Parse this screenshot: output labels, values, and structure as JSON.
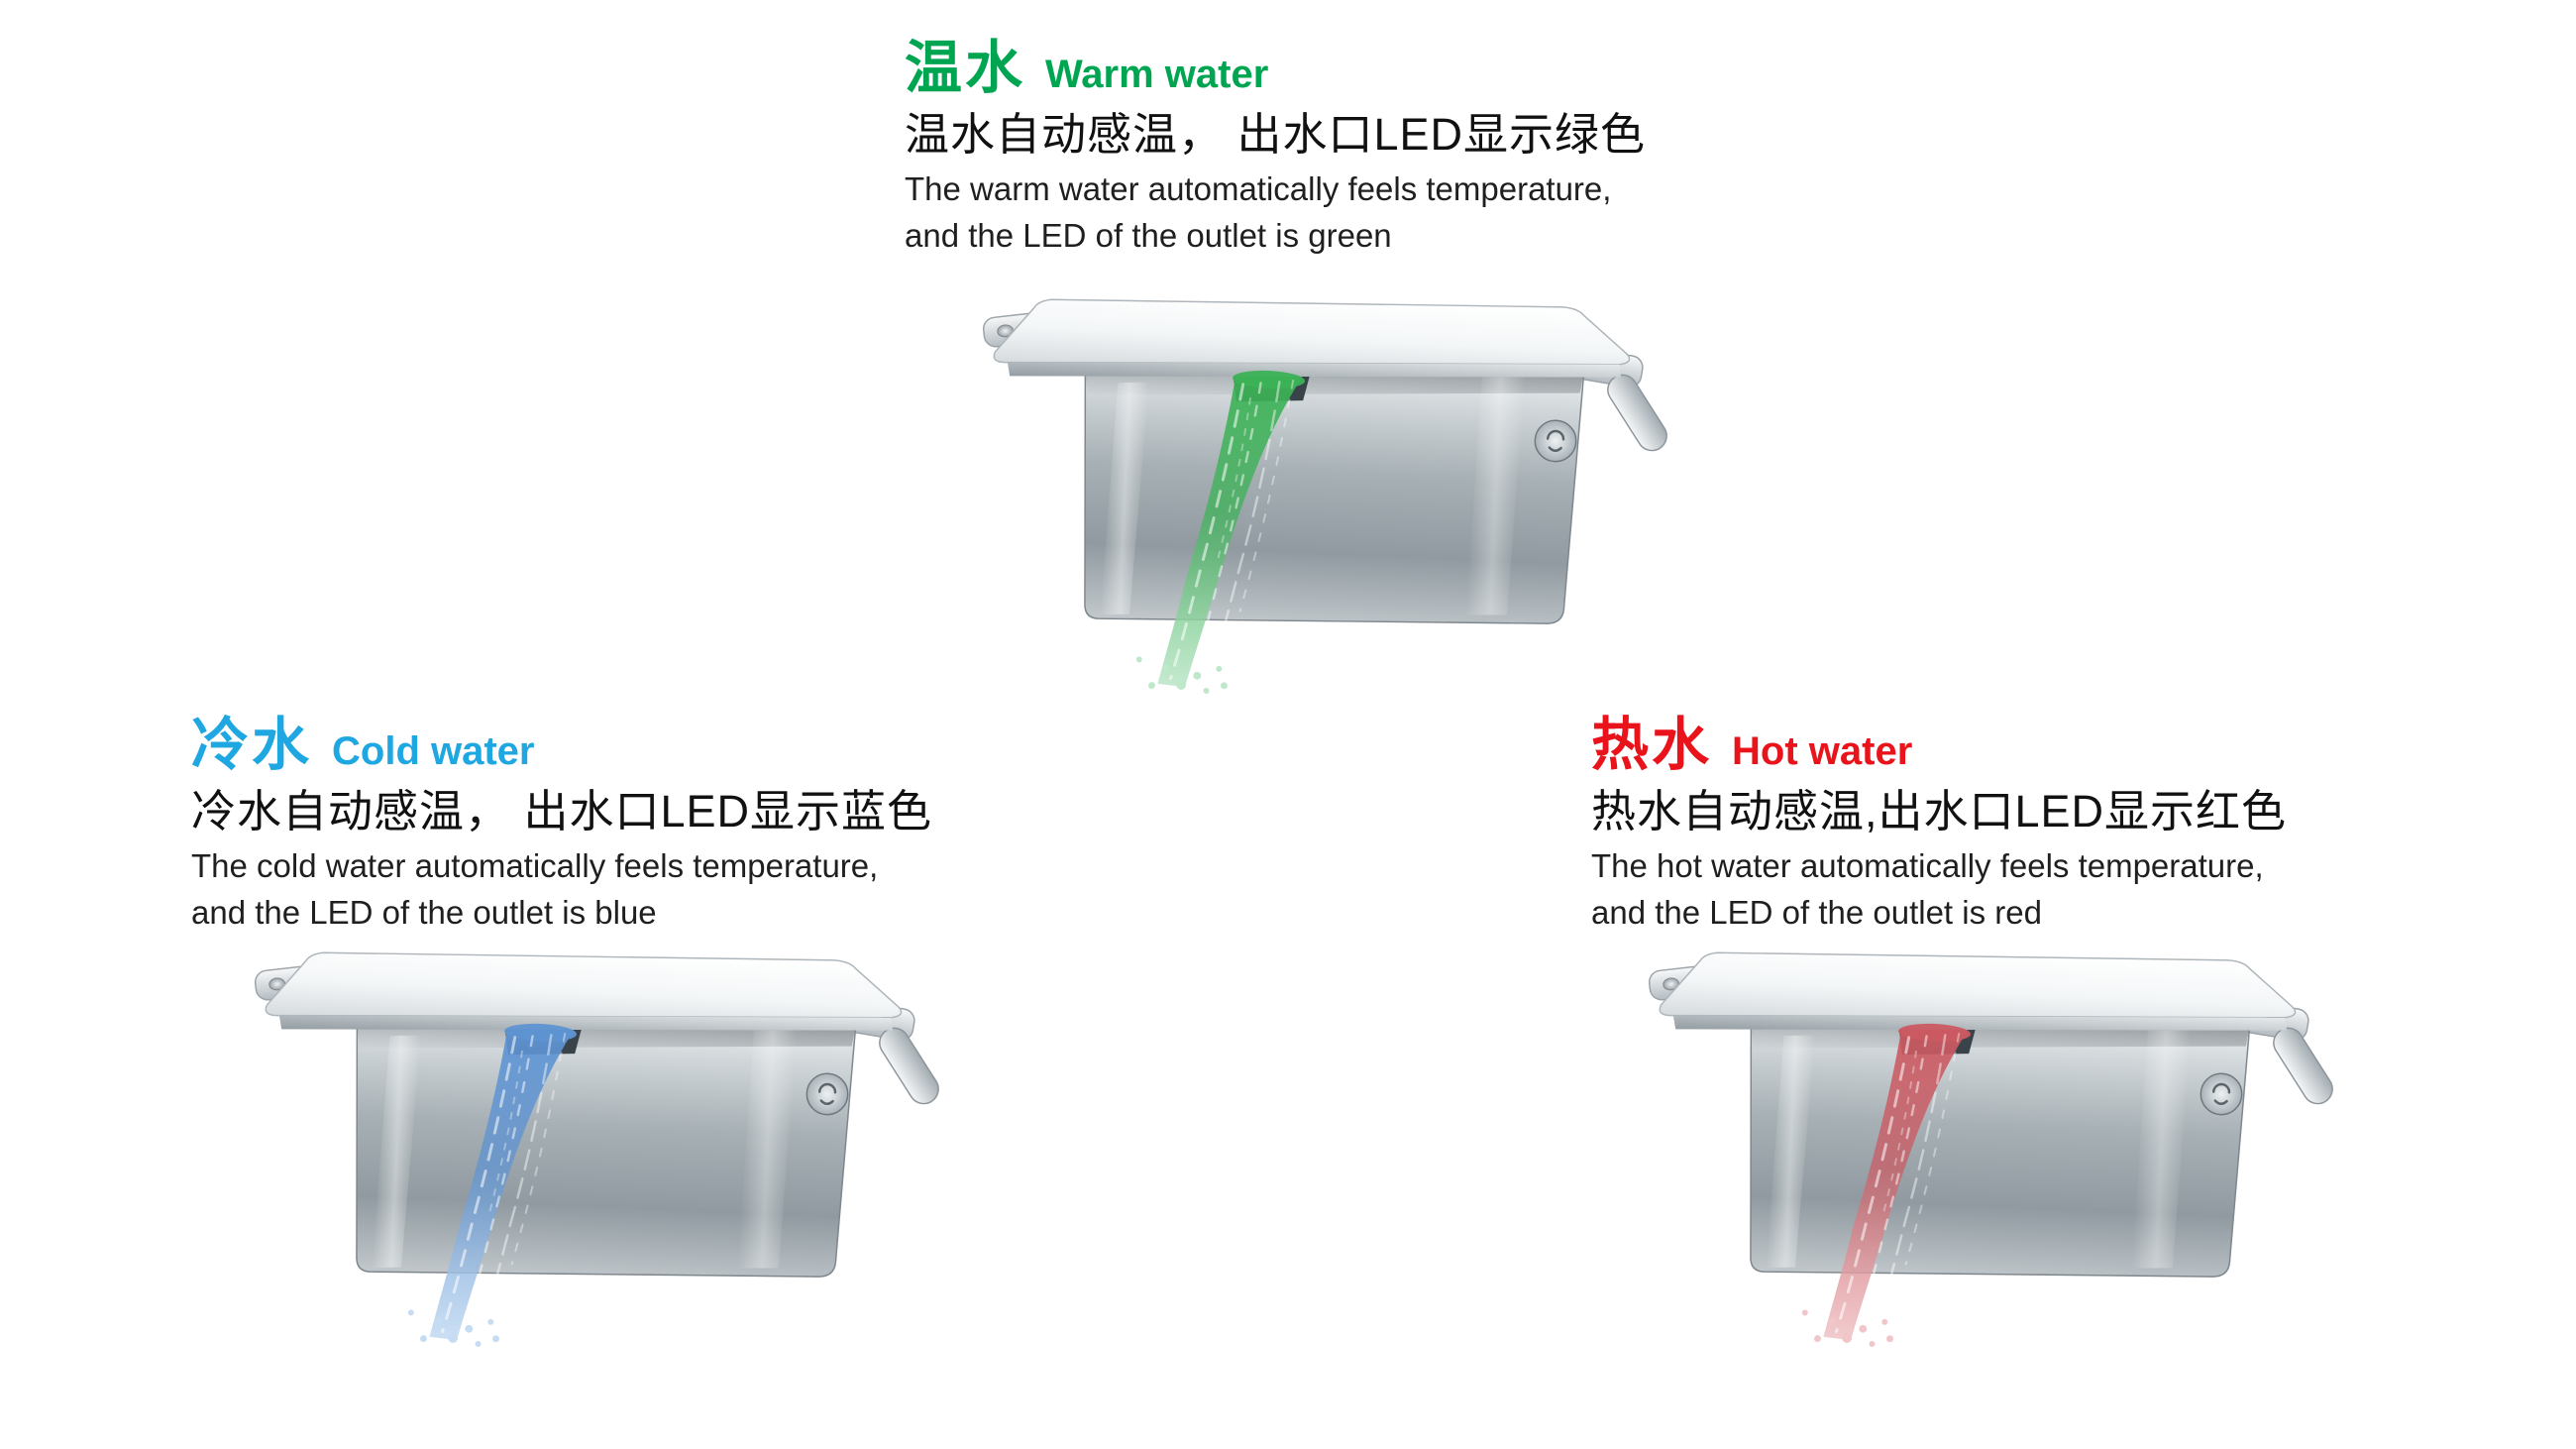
{
  "page": {
    "background_color": "#ffffff"
  },
  "sections": {
    "warm": {
      "title_cn": "温水",
      "title_en": "Warm water",
      "accent_color": "#00a551",
      "desc_cn": "温水自动感温， 出水口LED显示绿色",
      "desc_en_line1": "The warm water automatically feels temperature,",
      "desc_en_line2": "and the LED of the outlet is green",
      "water_color": "#3cb256",
      "water_color_light": "#bfe7ca"
    },
    "cold": {
      "title_cn": "冷水",
      "title_en": "Cold water",
      "accent_color": "#1ea7e0",
      "desc_cn": "冷水自动感温， 出水口LED显示蓝色",
      "desc_en_line1": "The cold water automatically feels temperature,",
      "desc_en_line2": "and the LED of the outlet is blue",
      "water_color": "#5e93d2",
      "water_color_light": "#c6dcf2"
    },
    "hot": {
      "title_cn": "热水",
      "title_en": "Hot water",
      "accent_color": "#e8131b",
      "desc_cn": "热水自动感温,出水口LED显示红色",
      "desc_en_line1": "The hot water automatically feels temperature,",
      "desc_en_line2": "and the LED of the outlet is red",
      "water_color": "#cb5a62",
      "water_color_light": "#f0c6c9"
    }
  }
}
